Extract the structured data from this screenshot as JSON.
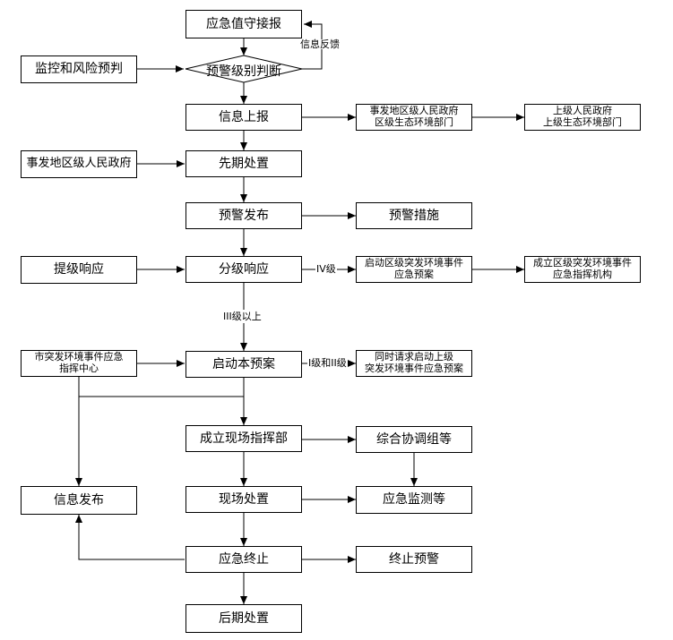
{
  "nodes": {
    "n1": "应急值守接报",
    "n2": "预警级别判断",
    "n3": "监控和风险预判",
    "n4": "信息上报",
    "n5a": "事发地区级人民政府",
    "n5b": "区级生态环境部门",
    "n6a": "上级人民政府",
    "n6b": "上级生态环境部门",
    "n7": "事发地区级人民政府",
    "n8": "先期处置",
    "n9": "预警发布",
    "n10": "预警措施",
    "n11": "提级响应",
    "n12": "分级响应",
    "n13a": "启动区级突发环境事件",
    "n13b": "应急预案",
    "n14a": "成立区级突发环境事件",
    "n14b": "应急指挥机构",
    "n15a": "市突发环境事件应急",
    "n15b": "指挥中心",
    "n16": "启动本预案",
    "n17a": "同时请求启动上级",
    "n17b": "突发环境事件应急预案",
    "n18": "成立现场指挥部",
    "n19": "综合协调组等",
    "n20": "信息发布",
    "n21": "现场处置",
    "n22": "应急监测等",
    "n23": "应急终止",
    "n24": "终止预警",
    "n25": "后期处置"
  },
  "edge_labels": {
    "feedback": "信息反馈",
    "iv": "IV级",
    "iii_above": "III级以上",
    "i_ii": "I级和II级"
  }
}
